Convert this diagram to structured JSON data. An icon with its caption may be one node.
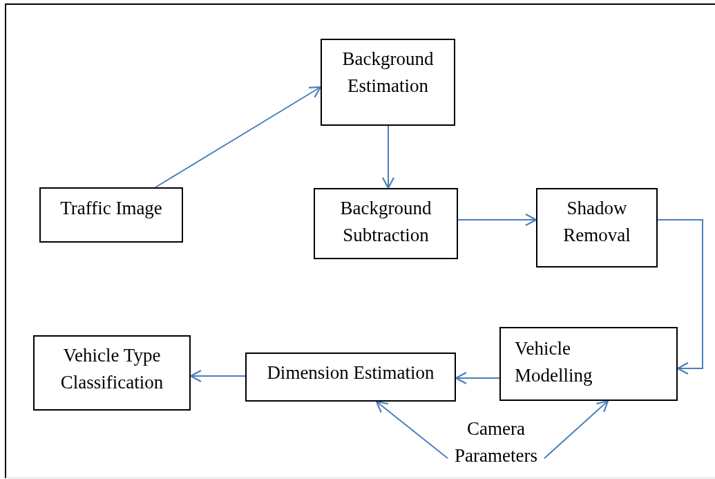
{
  "diagram": {
    "nodes": [
      {
        "text": [
          "Traffic Image"
        ]
      },
      {
        "text": [
          "Background Estimation"
        ]
      },
      {
        "text": [
          "Background Subtraction"
        ]
      },
      {
        "text": [
          "Shadow Removal"
        ]
      },
      {
        "text": [
          "Vehicle Modelling"
        ]
      },
      {
        "text": [
          "Dimension Estimation"
        ]
      },
      {
        "text": [
          "Vehicle Type Classification"
        ]
      },
      {
        "text": [
          "Camera Parameters"
        ]
      }
    ],
    "edges": [
      {
        "from": 0,
        "to": 1,
        "arrow": "to"
      },
      {
        "from": 1,
        "to": 2,
        "arrow": "to"
      },
      {
        "from": 2,
        "to": 3,
        "arrow": "to"
      },
      {
        "from": 3,
        "to": 4,
        "arrow": "to"
      },
      {
        "from": 4,
        "to": 5,
        "arrow": "to"
      },
      {
        "from": 5,
        "to": 6,
        "arrow": "to"
      },
      {
        "from": 7,
        "to": 5,
        "arrow": "to"
      },
      {
        "from": 7,
        "to": 4,
        "arrow": "to"
      }
    ]
  }
}
